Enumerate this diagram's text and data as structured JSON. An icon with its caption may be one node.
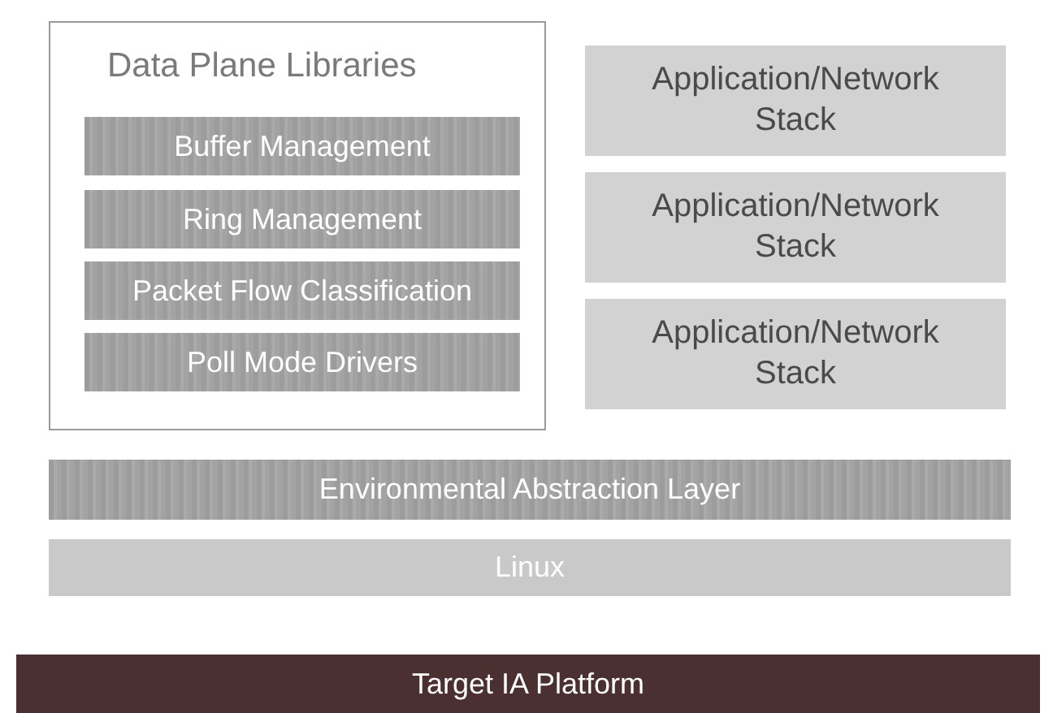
{
  "diagram": {
    "nodes": [
      {
        "text": [
          "Data Plane Libraries"
        ]
      },
      {
        "text": [
          "Buffer Management"
        ],
        "in": 0
      },
      {
        "text": [
          "Ring Management"
        ],
        "in": 0
      },
      {
        "text": [
          "Packet Flow Classification"
        ],
        "in": 0
      },
      {
        "text": [
          "Poll Mode Drivers"
        ],
        "in": 0
      },
      {
        "text": [
          "Application/Network Stack"
        ]
      },
      {
        "text": [
          "Application/Network Stack"
        ]
      },
      {
        "text": [
          "Application/Network Stack"
        ]
      },
      {
        "text": [
          "Environmental Abstraction Layer"
        ]
      },
      {
        "text": [
          "Linux"
        ]
      },
      {
        "text": [
          "Target IA Platform"
        ]
      }
    ]
  }
}
